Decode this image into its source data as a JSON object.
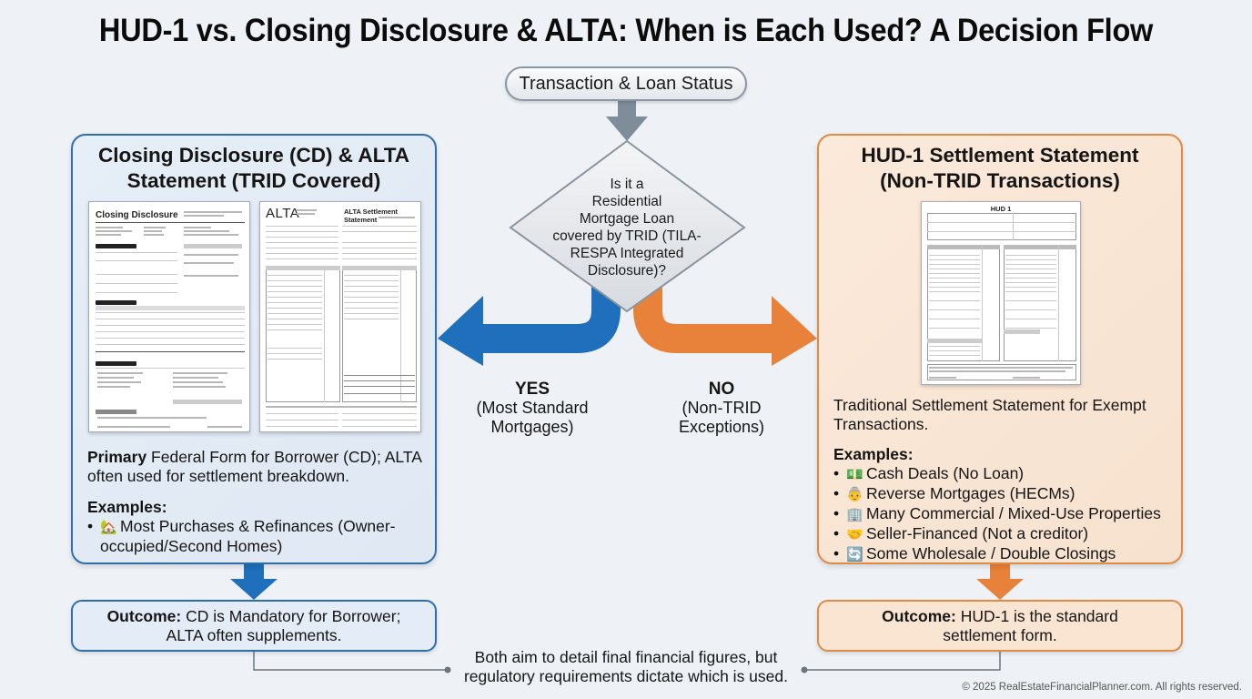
{
  "title": "HUD-1 vs. Closing Disclosure & ALTA: When is Each Used? A Decision Flow",
  "start_node": "Transaction & Loan Status",
  "decision": {
    "question": "Is it a Residential Mortgage Loan covered by TRID (TILA-RESPA Integrated Disclosure)?",
    "question_lines": [
      "Is it a",
      "Residential",
      "Mortgage Loan",
      "covered by TRID (TILA-",
      "RESPA Integrated",
      "Disclosure)?"
    ]
  },
  "branches": {
    "yes": {
      "label": "YES",
      "sub_line1": "(Most Standard",
      "sub_line2": "Mortgages)",
      "color": "#1f6fbd"
    },
    "no": {
      "label": "NO",
      "sub_line1": "(Non-TRID",
      "sub_line2": "Exceptions)",
      "color": "#e8823a"
    }
  },
  "left_panel": {
    "title_line1": "Closing Disclosure (CD) & ALTA",
    "title_line2": "Statement (TRID Covered)",
    "doc1_title": "Closing Disclosure",
    "doc2_title": "ALTA",
    "doc2_subtitle": "ALTA Settlement Statement",
    "desc_bold": "Primary",
    "desc_rest": " Federal Form for Borrower (CD); ALTA often used for settlement breakdown.",
    "examples_heading": "Examples:",
    "examples": [
      {
        "icon": "house-icon",
        "glyph": "🏡",
        "text": "Most Purchases & Refinances (Owner-occupied/Second Homes)"
      }
    ],
    "outcome_bold": "Outcome:",
    "outcome_text": " CD is Mandatory for Borrower; ALTA often supplements."
  },
  "right_panel": {
    "title_line1": "HUD-1 Settlement Statement",
    "title_line2": "(Non-TRID Transactions)",
    "doc_title": "HUD 1",
    "desc": "Traditional Settlement Statement for Exempt Transactions.",
    "examples_heading": "Examples:",
    "examples": [
      {
        "icon": "cash-icon",
        "glyph": "💵",
        "text": "Cash Deals (No Loan)"
      },
      {
        "icon": "elderly-person-icon",
        "glyph": "👵",
        "text": "Reverse Mortgages (HECMs)"
      },
      {
        "icon": "office-building-icon",
        "glyph": "🏢",
        "text": "Many Commercial / Mixed-Use Properties"
      },
      {
        "icon": "handshake-icon",
        "glyph": "🤝",
        "text": "Seller-Financed (Not a creditor)"
      },
      {
        "icon": "cycle-icon",
        "glyph": "🔄",
        "text": "Some Wholesale / Double Closings"
      }
    ],
    "outcome_bold": "Outcome:",
    "outcome_text": " HUD-1 is the standard settlement form."
  },
  "footer_note_line1": "Both aim to detail final financial figures, but",
  "footer_note_line2": "regulatory requirements dictate which is used.",
  "copyright": "© 2025 RealEstateFinancialPlanner.com. All rights reserved.",
  "colors": {
    "blue": "#1f6fbd",
    "orange": "#e8823a",
    "gray_arrow": "#7f8c99",
    "connector": "#6b7580"
  }
}
